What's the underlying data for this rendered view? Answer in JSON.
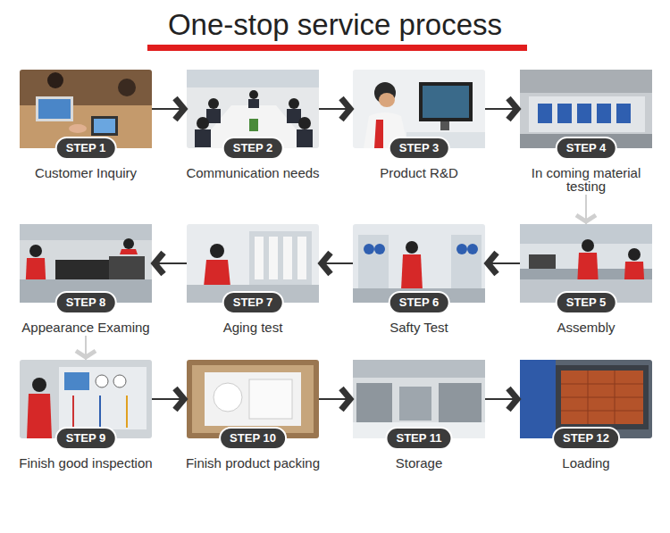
{
  "diagram": {
    "title": "One-stop service process",
    "nodes": [
      {
        "text": [
          "STEP 1",
          "Customer Inquiry"
        ]
      },
      {
        "text": [
          "STEP 2",
          "Communication needs"
        ]
      },
      {
        "text": [
          "STEP 3",
          "Product R&D"
        ]
      },
      {
        "text": [
          "STEP 4",
          "In coming material testing"
        ]
      },
      {
        "text": [
          "STEP 5",
          "Assembly"
        ]
      },
      {
        "text": [
          "STEP 6",
          "Safty Test"
        ]
      },
      {
        "text": [
          "STEP 7",
          "Aging test"
        ]
      },
      {
        "text": [
          "STEP 8",
          "Appearance Examing"
        ]
      },
      {
        "text": [
          "STEP 9",
          "Finish good inspection"
        ]
      },
      {
        "text": [
          "STEP 10",
          "Finish product packing"
        ]
      },
      {
        "text": [
          "STEP 11",
          "Storage"
        ]
      },
      {
        "text": [
          "STEP 12",
          "Loading"
        ]
      }
    ],
    "edges": [
      {
        "from": 0,
        "to": 1,
        "arrow": "to"
      },
      {
        "from": 1,
        "to": 2,
        "arrow": "to"
      },
      {
        "from": 2,
        "to": 3,
        "arrow": "to"
      },
      {
        "from": 3,
        "to": 4,
        "arrow": "to"
      },
      {
        "from": 4,
        "to": 5,
        "arrow": "to"
      },
      {
        "from": 5,
        "to": 6,
        "arrow": "to"
      },
      {
        "from": 6,
        "to": 7,
        "arrow": "to"
      },
      {
        "from": 7,
        "to": 8,
        "arrow": "to"
      },
      {
        "from": 8,
        "to": 9,
        "arrow": "to"
      },
      {
        "from": 9,
        "to": 10,
        "arrow": "to"
      },
      {
        "from": 10,
        "to": 11,
        "arrow": "to"
      }
    ]
  }
}
